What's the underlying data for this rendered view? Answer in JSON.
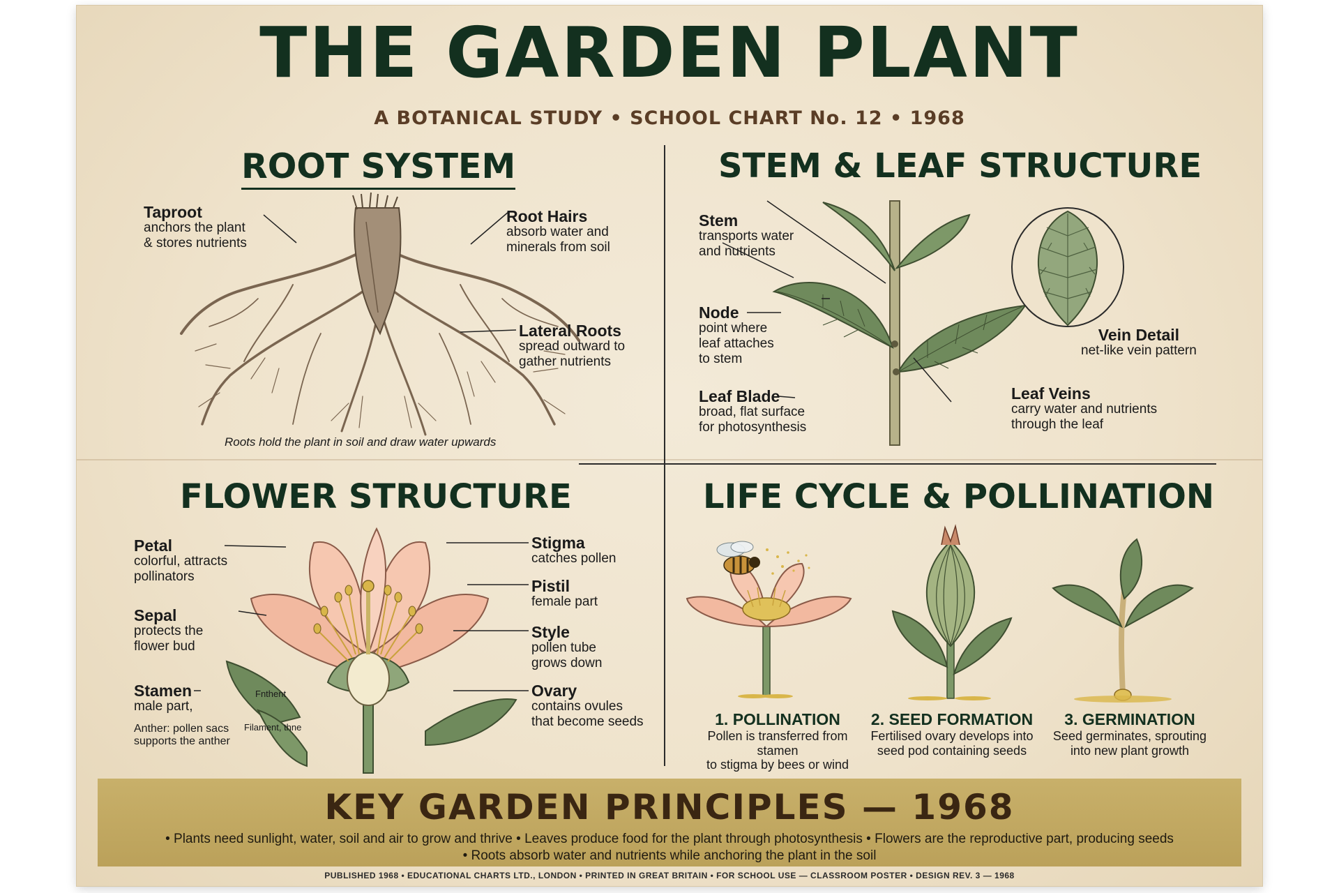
{
  "title": "THE GARDEN PLANT",
  "subtitle": "A BOTANICAL STUDY • SCHOOL CHART No. 12 • 1968",
  "root_system": {
    "title": "ROOT SYSTEM",
    "labels": {
      "taproot": {
        "head": "Taproot",
        "desc": "anchors the plant\n& stores nutrients"
      },
      "root_hairs": {
        "head": "Root Hairs",
        "desc": "absorb water and\nminerals from soil"
      },
      "lateral_roots": {
        "head": "Lateral Roots",
        "desc": "spread outward to\ngather nutrients"
      }
    },
    "caption": "Roots hold the plant in soil and draw water upwards"
  },
  "stem_leaf": {
    "title": "STEM & LEAF STRUCTURE",
    "labels": {
      "stem": {
        "head": "Stem",
        "desc": "transports water\nand nutrients"
      },
      "node": {
        "head": "Node",
        "desc": "point where\nleaf attaches\nto stem"
      },
      "leaf_blade": {
        "head": "Leaf Blade",
        "desc": "broad, flat surface\nfor photosynthesis"
      },
      "vein_detail": {
        "head": "Vein Detail",
        "desc": "net-like vein pattern"
      },
      "leaf_veins": {
        "head": "Leaf Veins",
        "desc": "carry water and nutrients\nthrough the leaf"
      }
    }
  },
  "flower": {
    "title": "FLOWER STRUCTURE",
    "labels": {
      "petal": {
        "head": "Petal",
        "desc": "colorful, attracts\npollinators"
      },
      "sepal": {
        "head": "Sepal",
        "desc": "protects the\nflower bud"
      },
      "stamen": {
        "head": "Stamen",
        "desc": "male part,"
      },
      "anther_note": "Anther: pollen sacs\nsupports the anther",
      "stigma": {
        "head": "Stigma",
        "desc": "catches pollen"
      },
      "pistil": {
        "head": "Pistil",
        "desc": "female part"
      },
      "style": {
        "head": "Style",
        "desc": "pollen tube\ngrows down"
      },
      "ovary": {
        "head": "Ovary",
        "desc": "contains ovules\nthat become seeds"
      },
      "small_anther": "Fnthent",
      "small_filament": "Filament, thne"
    }
  },
  "life_cycle": {
    "title": "LIFE CYCLE & POLLINATION",
    "stages": [
      {
        "title": "1. POLLINATION",
        "desc": "Pollen is transferred from stamen\nto stigma by bees or wind"
      },
      {
        "title": "2. SEED FORMATION",
        "desc": "Fertilised ovary develops into\nseed pod containing seeds"
      },
      {
        "title": "3. GERMINATION",
        "desc": "Seed germinates, sprouting\ninto new plant growth"
      }
    ]
  },
  "principles": {
    "title": "KEY GARDEN PRINCIPLES — 1968",
    "line1": "• Plants need sunlight, water, soil and air to grow and thrive  • Leaves produce food for the plant through photosynthesis • Flowers are the reproductive part, producing seeds",
    "line2": "• Roots absorb water and nutrients while anchoring the plant in the soil"
  },
  "footer": "PUBLISHED 1968  •  EDUCATIONAL CHARTS LTD., LONDON  •  PRINTED IN GREAT BRITAIN  •  FOR SCHOOL USE — CLASSROOM POSTER  •  DESIGN REV. 3 — 1968",
  "colors": {
    "title": "#13301f",
    "subtitle": "#5a3d26",
    "banner": "#c4aa64",
    "petal": "#f2b9a0",
    "leaf": "#6f8a5c",
    "root": "#8a7560"
  }
}
